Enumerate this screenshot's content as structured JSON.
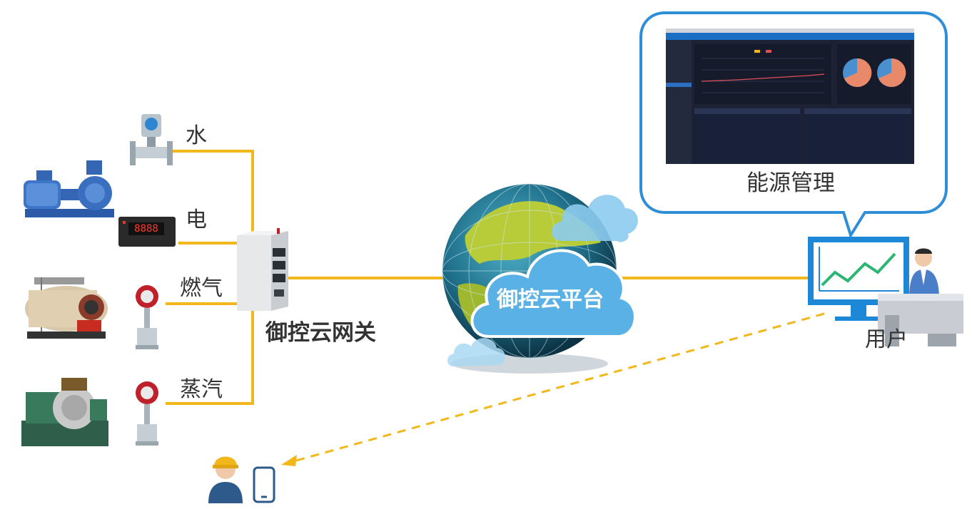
{
  "meters": {
    "water": "水",
    "electric": "电",
    "gas": "燃气",
    "steam": "蒸汽"
  },
  "gateway": {
    "label": "御控云网关"
  },
  "cloud": {
    "label": "御控云平台"
  },
  "user": {
    "label": "用户"
  },
  "bubble": {
    "label": "能源管理"
  },
  "meter_display": "8888",
  "colors": {
    "connector": "#f2b81b",
    "bubble_border": "#2e8ed8",
    "cloud_blue": "#5ab1e6",
    "monitor_blue": "#1e88d8"
  }
}
